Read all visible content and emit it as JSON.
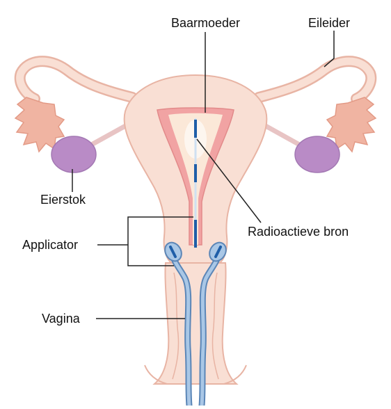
{
  "labels": {
    "baarmoeder": "Baarmoeder",
    "eileider": "Eileider",
    "eierstok": "Eierstok",
    "applicator": "Applicator",
    "radioactieve_bron": "Radioactieve bron",
    "vagina": "Vagina"
  },
  "colors": {
    "tissue": "#f9dfd4",
    "tissue_outline": "#e8b4a4",
    "lining": "#f1a3a3",
    "cavity": "#fbe8d8",
    "ovary": "#b98bc6",
    "tube_fringe": "#f0b4a2",
    "applicator": "#a9c7e6",
    "applicator_outline": "#5b86b7",
    "source": "#1f5ea8",
    "leader": "#222222"
  }
}
